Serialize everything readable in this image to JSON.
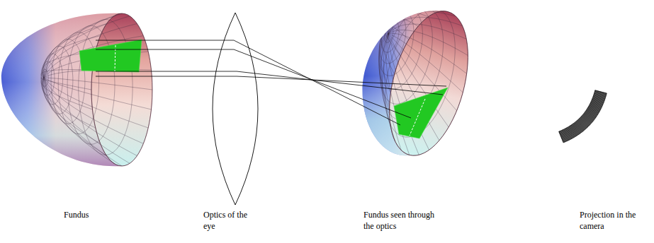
{
  "diagram": {
    "labels": [
      "Fundus",
      "Optics of the eye",
      "Fundus seen through the optics",
      "Projection in the camera"
    ]
  }
}
